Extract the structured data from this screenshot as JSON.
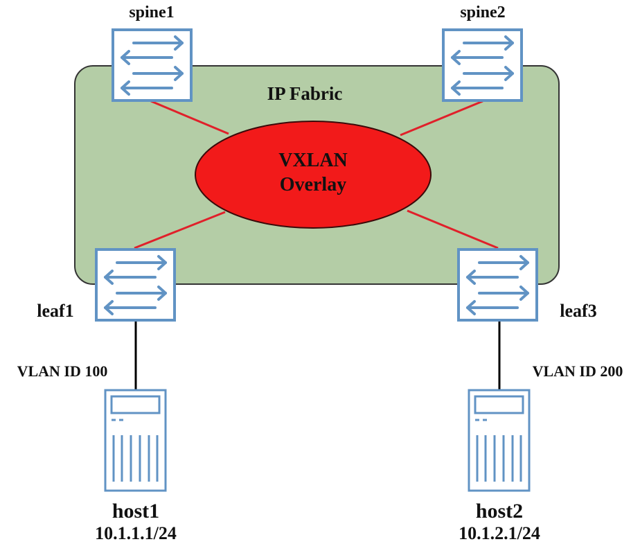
{
  "diagram": {
    "fabric": {
      "label": "IP Fabric",
      "fill": "#b4cda6",
      "stroke": "#333333"
    },
    "overlay": {
      "line1": "VXLAN",
      "line2": "Overlay",
      "fill": "#f21a1a",
      "stroke": "#3a0a0a"
    },
    "link_color": "#e0202a",
    "access_link_color": "#000000",
    "device_color": "#6193c4",
    "spines": [
      {
        "name": "spine1"
      },
      {
        "name": "spine2"
      }
    ],
    "leaves": [
      {
        "name": "leaf1",
        "vlan": "VLAN ID 100"
      },
      {
        "name": "leaf3",
        "vlan": "VLAN ID 200"
      }
    ],
    "hosts": [
      {
        "name": "host1",
        "ip": "10.1.1.1/24"
      },
      {
        "name": "host2",
        "ip": "10.1.2.1/24"
      }
    ]
  }
}
